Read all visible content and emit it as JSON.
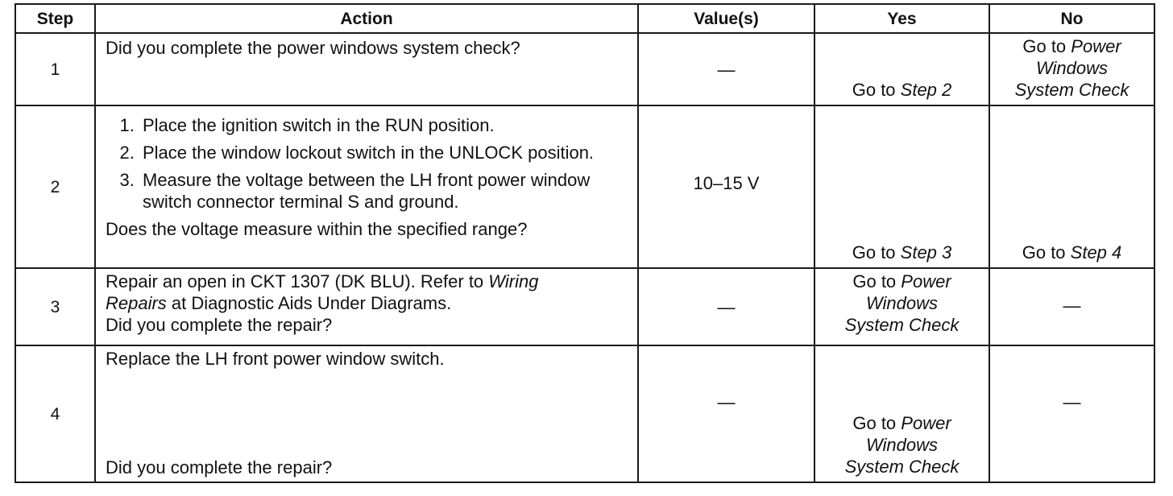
{
  "header": {
    "step": "Step",
    "action": "Action",
    "values": "Value(s)",
    "yes": "Yes",
    "no": "No"
  },
  "rows": [
    {
      "step": "1",
      "question": "Did you complete the power windows system check?",
      "value": "—",
      "yes": {
        "prefix": "Go to ",
        "ref": "Step 2"
      },
      "no": {
        "prefix": "Go to ",
        "ref_line1": "Power",
        "ref_line2": "Windows",
        "ref_line3": "System Check"
      }
    },
    {
      "step": "2",
      "instructions": [
        "Place the ignition switch in the RUN position.",
        "Place the window lockout switch in the UNLOCK position.",
        "Measure the voltage between the LH front power window switch connector terminal S and ground."
      ],
      "question": "Does the voltage measure within the specified range?",
      "value": "10–15 V",
      "yes": {
        "prefix": "Go to ",
        "ref": "Step 3"
      },
      "no": {
        "prefix": "Go to ",
        "ref": "Step 4"
      }
    },
    {
      "step": "3",
      "action_pre": "Repair an open in CKT 1307 (DK BLU). Refer to ",
      "action_ref1": "Wiring",
      "action_ref2": "Repairs",
      "action_post": " at Diagnostic Aids Under Diagrams.",
      "question": "Did you complete the repair?",
      "value": "—",
      "yes": {
        "prefix": "Go to ",
        "ref_line1": "Power",
        "ref_line2": "Windows",
        "ref_line3": "System Check"
      },
      "no": "—"
    },
    {
      "step": "4",
      "action": "Replace the LH front power window switch.",
      "question": "Did you complete the repair?",
      "value": "—",
      "yes": {
        "prefix": "Go to ",
        "ref_line1": "Power",
        "ref_line2": "Windows",
        "ref_line3": "System Check"
      },
      "no": "—"
    }
  ]
}
